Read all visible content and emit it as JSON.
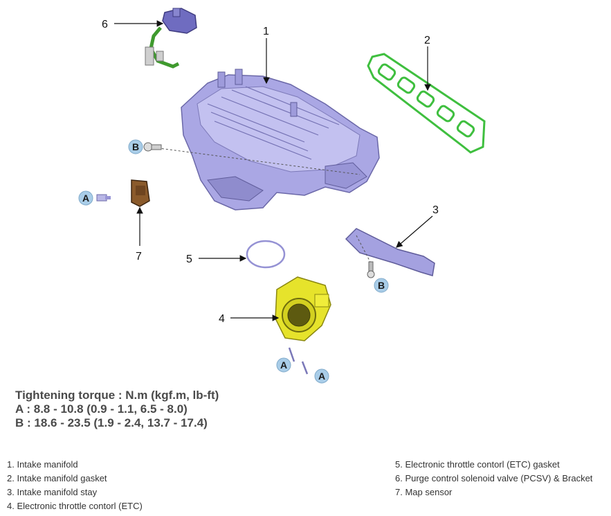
{
  "callouts": {
    "c1": "1",
    "c2": "2",
    "c3": "3",
    "c4": "4",
    "c5": "5",
    "c6": "6",
    "c7": "7"
  },
  "badges": {
    "b_manifold": "B",
    "b_stay": "B",
    "a_map": "A",
    "a_etc_1": "A",
    "a_etc_2": "A"
  },
  "torque": {
    "heading": "Tightening torque : N.m (kgf.m, lb-ft)",
    "a": "A : 8.8 - 10.8 (0.9 - 1.1, 6.5 - 8.0)",
    "b": "B : 18.6 - 23.5 (1.9 - 2.4, 13.7 - 17.4)"
  },
  "legend": {
    "left": [
      "1. Intake manifold",
      "2. Intake manifold gasket",
      "3. Intake manifold stay",
      "4. Electronic throttle contorl (ETC)"
    ],
    "right": [
      "5. Electronic throttle contorl (ETC) gasket",
      "6. Purge control solenoid valve (PCSV) & Bracket",
      "7. Map sensor"
    ]
  },
  "colors": {
    "manifold": "#a9a6e6",
    "gasket": "#3fbf3f",
    "etc": "#e9e62a",
    "badge": "#a9cde8"
  }
}
